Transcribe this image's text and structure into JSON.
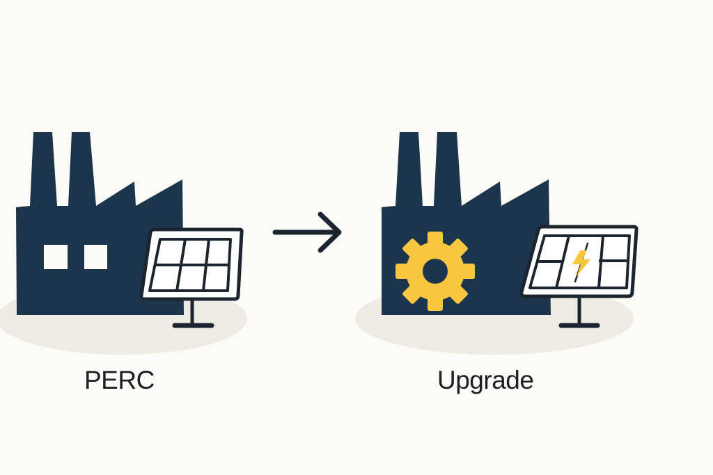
{
  "diagram": {
    "type": "process-transition",
    "stages": [
      {
        "id": "before",
        "label": "PERC",
        "icons": [
          "factory-icon",
          "factory-window-icon",
          "factory-window-icon",
          "solar-panel-icon"
        ]
      },
      {
        "id": "after",
        "label": "Upgrade",
        "icons": [
          "factory-icon",
          "gear-icon",
          "solar-panel-icon",
          "lightning-bolt-icon"
        ]
      }
    ],
    "connector": {
      "icon": "arrow-right-icon",
      "from": "before",
      "to": "after"
    }
  },
  "colors": {
    "background": "#fcfbf8",
    "factory": "#1c344c",
    "accent": "#f9c73f",
    "ground": "#efebe2",
    "outline": "#1b2530",
    "panel_fill": "#ffffff",
    "text": "#1b1f26"
  }
}
